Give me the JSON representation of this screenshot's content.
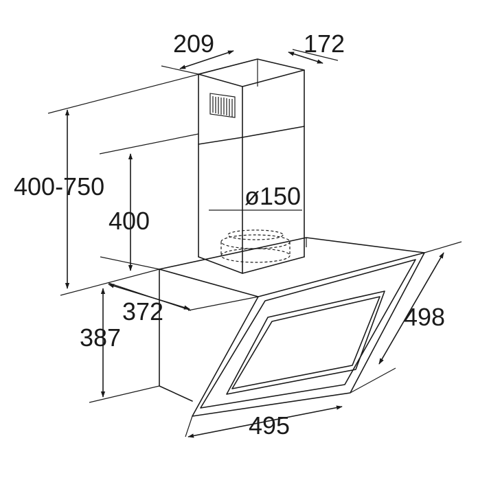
{
  "dimensions": {
    "chimney_width": "209",
    "chimney_depth": "172",
    "total_height_range": "400-750",
    "lower_chimney_height": "400",
    "duct_diameter": "ø150",
    "hood_depth": "372",
    "hood_height": "387",
    "glass_height": "498",
    "hood_width": "495"
  },
  "colors": {
    "line": "#1a1a1a",
    "background": "#ffffff"
  },
  "icons": {
    "dimension_arrow": "arrowhead",
    "vent_grille": "vent-grille-icon"
  }
}
